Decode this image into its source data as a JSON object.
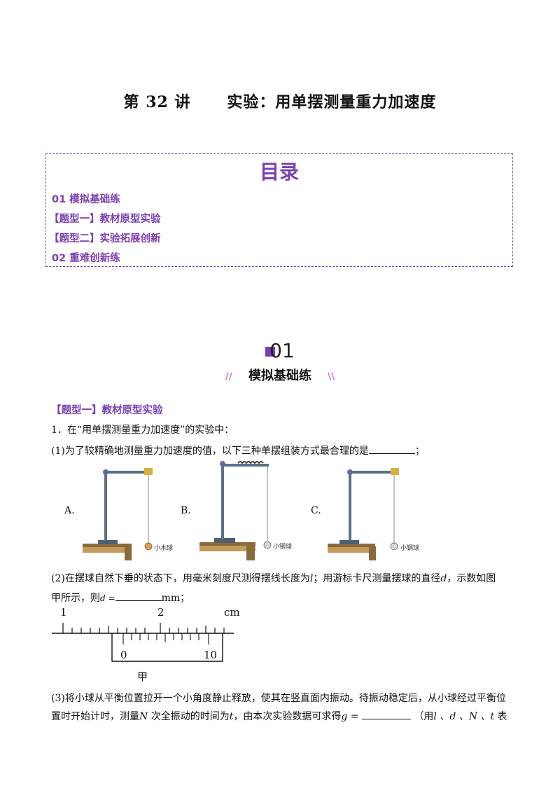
{
  "title": "第 32 讲      实验：用单摆测量重力加速度",
  "toc": {
    "heading": "目录",
    "items": [
      "01  模拟基础练",
      "【题型一】教材原型实验",
      "【题型二】实验拓展创新",
      "02  重难创新练"
    ]
  },
  "section": {
    "number": "01",
    "label": "模拟基础练"
  },
  "type_heading": "【题型一】教材原型实验",
  "q1": {
    "stem": "1．在“用单摆测量重力加速度”的实验中：",
    "part1_before": "(1)为了较精确地测量重力加速度的值，以下三种单摆组装方式最合理的是",
    "part1_after": "；",
    "options": [
      {
        "label": "A.",
        "ball": "小木球"
      },
      {
        "label": "B.",
        "ball": "小钢球"
      },
      {
        "label": "C.",
        "ball": "小钢球"
      }
    ],
    "part2_line1": "(2)在摆球自然下垂的状态下，用毫米刻度尺测得摆线长度为",
    "part2_var_l": "l",
    "part2_line1_b": "；用游标卡尺测量摆球的直径",
    "part2_var_d": "d",
    "part2_line1_c": "，示数如图",
    "part2_line2_a": "甲所示，则",
    "part2_line2_d": "d =",
    "part2_line2_unit": "mm；",
    "caliper": {
      "main_labels": [
        "1",
        "2"
      ],
      "unit": "cm",
      "vernier_labels": [
        "0",
        "10"
      ],
      "caption": "甲"
    },
    "part3_line1": "(3)将小球从平衡位置拉开一个小角度静止释放，使其在竖直面内振动。待振动稳定后，从小球经过平衡位",
    "part3_line2_a": "置时开始计时，测量",
    "part3_N": "N",
    "part3_line2_b": " 次全振动的时间为",
    "part3_t": "t",
    "part3_line2_c": "，由本次实验数据可求得",
    "part3_g": "g =",
    "part3_line2_d": "（用",
    "part3_vars": "l 、d 、N 、t",
    "part3_line2_e": " 表"
  }
}
